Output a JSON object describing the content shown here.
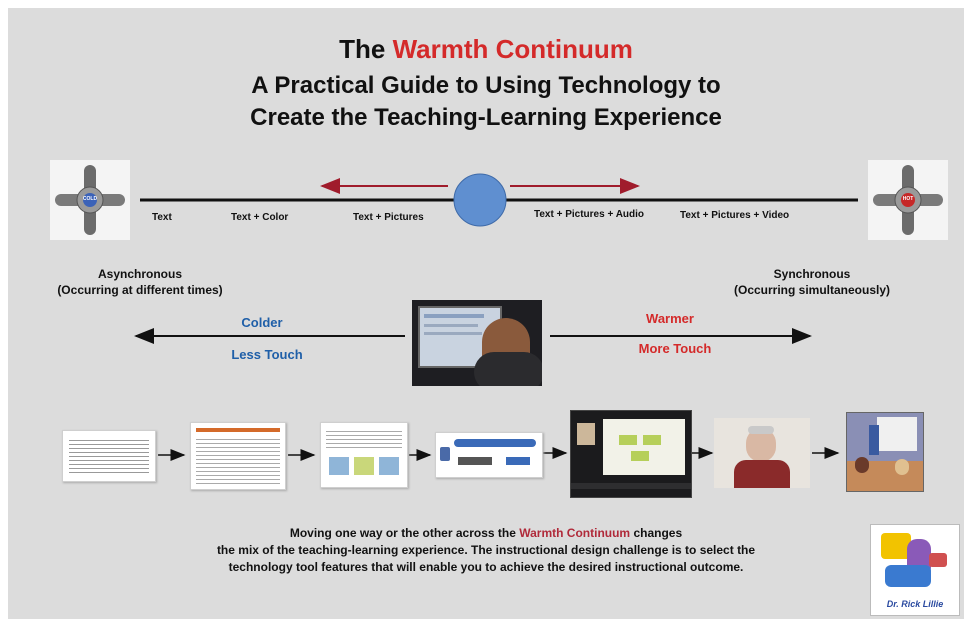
{
  "header": {
    "title_prefix": "The ",
    "title_highlight": "Warmth Continuum",
    "subtitle_line1": "A Practical Guide to Using Technology to",
    "subtitle_line2": "Create the Teaching-Learning Experience"
  },
  "faucets": {
    "cold_label": "COLD",
    "hot_label": "HOT"
  },
  "scale": {
    "labels": [
      "Text",
      "Text + Color",
      "Text + Pictures",
      "Text + Pictures + Audio",
      "Text + Pictures + Video"
    ]
  },
  "modes": {
    "async_title": "Asynchronous",
    "async_desc": "(Occurring at different times)",
    "sync_title": "Synchronous",
    "sync_desc": "(Occurring simultaneously)"
  },
  "touch": {
    "colder": "Colder",
    "less_touch": "Less Touch",
    "warmer": "Warmer",
    "more_touch": "More Touch"
  },
  "footer": {
    "line1_prefix": "Moving one way or the other across the ",
    "line1_highlight": "Warmth Continuum",
    "line1_suffix": " changes",
    "line2": "the mix of the teaching-learning experience.  The instructional design challenge is to select the",
    "line3": "technology tool features that will enable you to achieve the desired instructional outcome."
  },
  "logo": {
    "caption": "Dr. Rick Lillie"
  },
  "colors": {
    "warm": "#d42a2a",
    "cool": "#1f5fa8",
    "arrow_red": "#a01c2c",
    "circle": "#5f8fd0"
  }
}
